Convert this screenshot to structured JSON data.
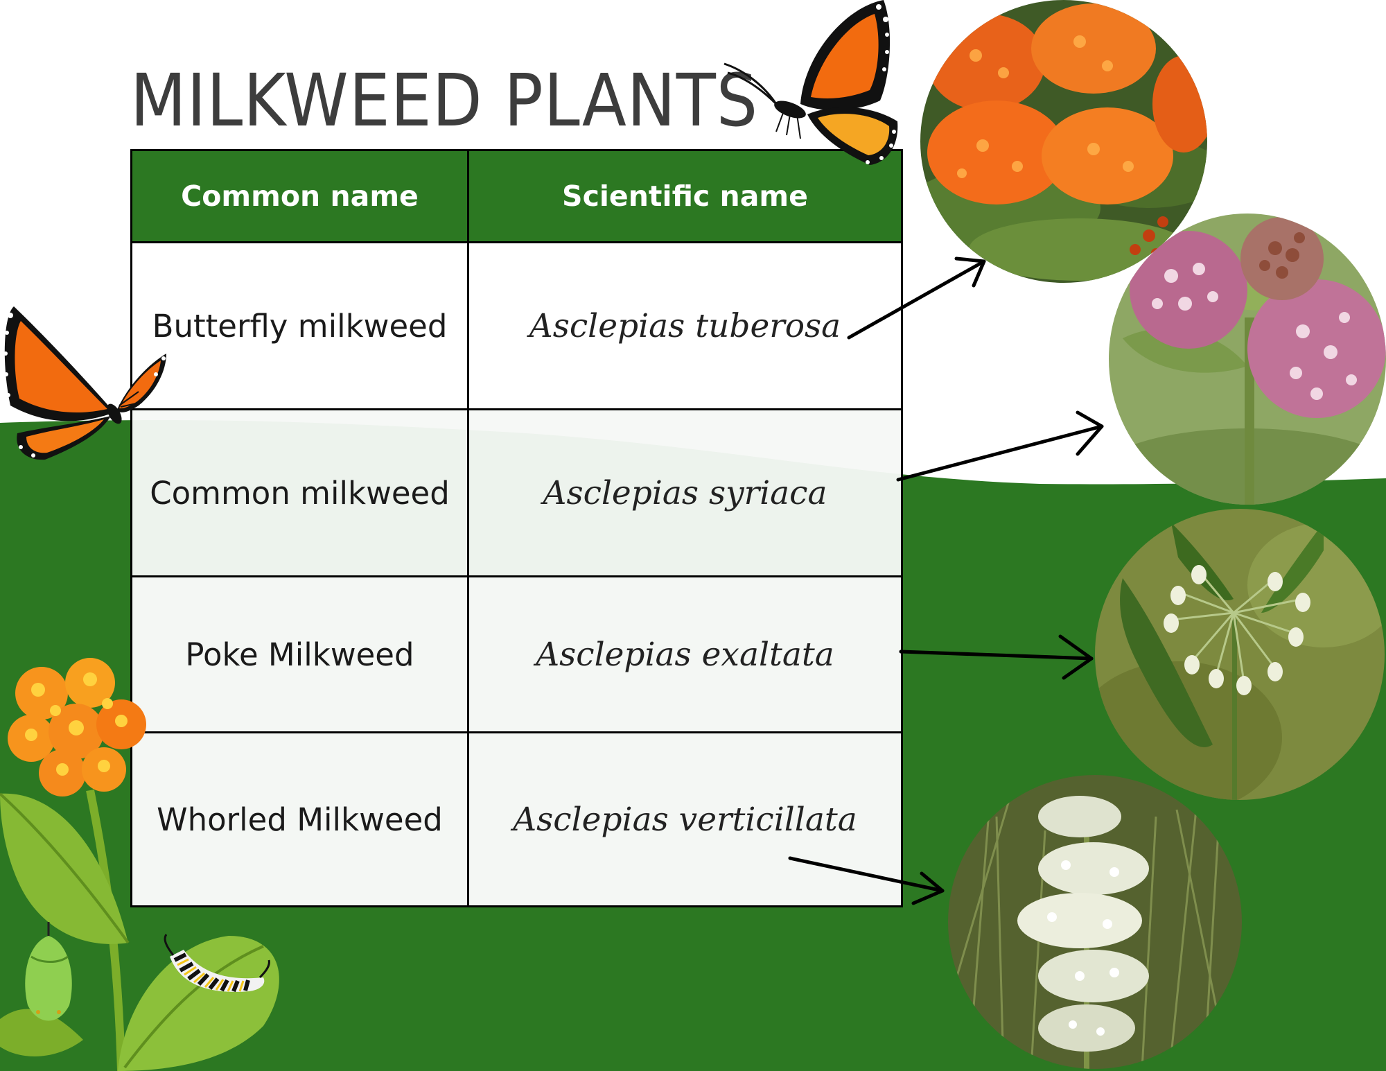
{
  "title": "MILKWEED PLANTS",
  "table": {
    "headers": [
      "Common name",
      "Scientific name"
    ],
    "rows": [
      {
        "common": "Butterfly milkweed",
        "scientific": "Asclepias tuberosa"
      },
      {
        "common": "Common milkweed",
        "scientific": "Asclepias syriaca"
      },
      {
        "common": "Poke Milkweed",
        "scientific": "Asclepias exaltata"
      },
      {
        "common": "Whorled Milkweed",
        "scientific": "Asclepias verticillata"
      }
    ]
  },
  "colors": {
    "background_green": "#2c7822",
    "header_green": "#2c7822",
    "title_text": "#3d3d3d",
    "monarch_orange": "#f26b0f",
    "butterfly_milkweed_orange": "#f36c1b",
    "common_milkweed_pink": "#b9698f"
  },
  "icons": [
    "monarch-butterfly-icon",
    "monarch-caterpillar-icon",
    "chrysalis-icon",
    "milkweed-flower-icon",
    "arrow-icon"
  ]
}
